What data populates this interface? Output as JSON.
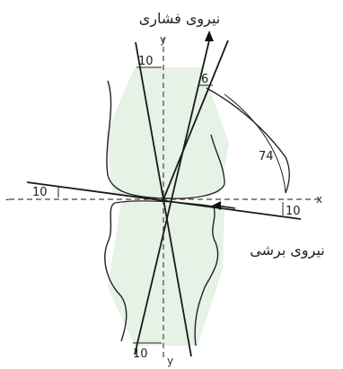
{
  "labels": {
    "compressive_force": "نیروی فشاری",
    "shear_force": "نیروی برشی",
    "axis_y_top": "y",
    "axis_y_bottom": "y",
    "axis_x_left": "-",
    "axis_x_right": "x",
    "angle_top_left": "10",
    "angle_top_small": "6",
    "angle_large": "74",
    "angle_left": "10",
    "angle_right": "10",
    "angle_bottom": "10"
  },
  "colors": {
    "shading": "#e3f1e3",
    "line": "#1a1a1a",
    "dashed": "#444444"
  }
}
